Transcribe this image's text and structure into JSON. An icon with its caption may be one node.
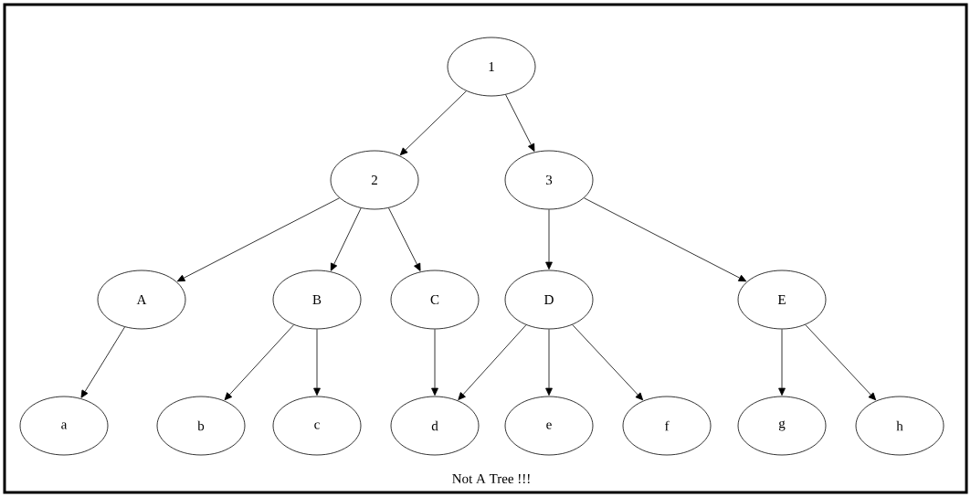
{
  "diagram": {
    "caption": "Not A Tree !!!",
    "nodes": [
      {
        "text": [
          "1"
        ]
      },
      {
        "text": [
          "2"
        ]
      },
      {
        "text": [
          "3"
        ]
      },
      {
        "text": [
          "A"
        ]
      },
      {
        "text": [
          "B"
        ]
      },
      {
        "text": [
          "C"
        ]
      },
      {
        "text": [
          "D"
        ]
      },
      {
        "text": [
          "E"
        ]
      },
      {
        "text": [
          "a"
        ]
      },
      {
        "text": [
          "b"
        ]
      },
      {
        "text": [
          "c"
        ]
      },
      {
        "text": [
          "d"
        ]
      },
      {
        "text": [
          "e"
        ]
      },
      {
        "text": [
          "f"
        ]
      },
      {
        "text": [
          "g"
        ]
      },
      {
        "text": [
          "h"
        ]
      }
    ],
    "edges": [
      {
        "from": 0,
        "to": 1,
        "arrow": "to"
      },
      {
        "from": 0,
        "to": 2,
        "arrow": "to"
      },
      {
        "from": 1,
        "to": 3,
        "arrow": "to"
      },
      {
        "from": 1,
        "to": 4,
        "arrow": "to"
      },
      {
        "from": 1,
        "to": 5,
        "arrow": "to"
      },
      {
        "from": 2,
        "to": 6,
        "arrow": "to"
      },
      {
        "from": 2,
        "to": 7,
        "arrow": "to"
      },
      {
        "from": 3,
        "to": 8,
        "arrow": "to"
      },
      {
        "from": 4,
        "to": 9,
        "arrow": "to"
      },
      {
        "from": 4,
        "to": 10,
        "arrow": "to"
      },
      {
        "from": 5,
        "to": 11,
        "arrow": "to"
      },
      {
        "from": 6,
        "to": 11,
        "arrow": "to"
      },
      {
        "from": 6,
        "to": 12,
        "arrow": "to"
      },
      {
        "from": 6,
        "to": 13,
        "arrow": "to"
      },
      {
        "from": 7,
        "to": 14,
        "arrow": "to"
      },
      {
        "from": 7,
        "to": 15,
        "arrow": "to"
      }
    ]
  }
}
